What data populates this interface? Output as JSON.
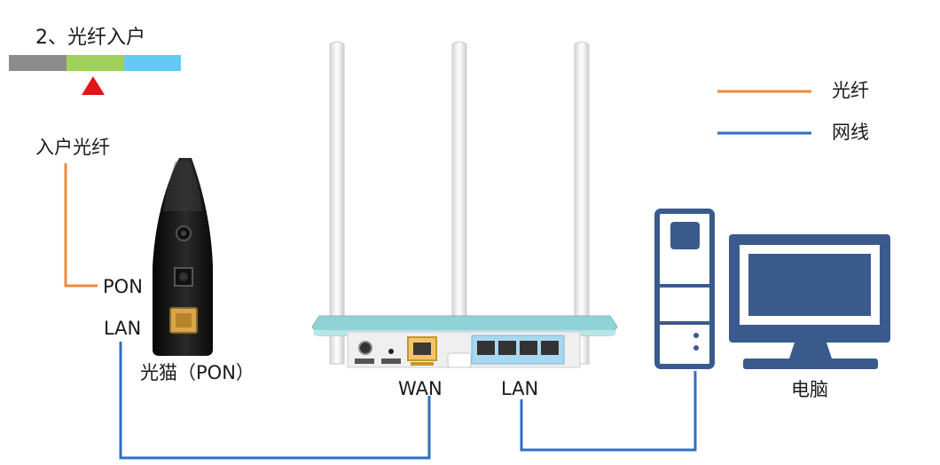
{
  "step_title": "2、光纤入户",
  "progress": {
    "segment_colors": [
      "#8c8c8c",
      "#9fd15a",
      "#66c8f4"
    ],
    "current_index": 1,
    "marker_color": "#e3141a"
  },
  "legend": {
    "items": [
      {
        "label": "光纤",
        "color": "#f08a3a"
      },
      {
        "label": "网线",
        "color": "#2f6fc0"
      }
    ]
  },
  "labels": {
    "fiber_in": "入户光纤",
    "pon_port": "PON",
    "lan_port_modem": "LAN",
    "modem_name": "光猫（PON）",
    "wan_port": "WAN",
    "lan_port_router": "LAN",
    "computer": "电脑"
  },
  "colors": {
    "fiber": "#f08a3a",
    "cable": "#2f6fc0",
    "computer": "#3a5a8c"
  }
}
